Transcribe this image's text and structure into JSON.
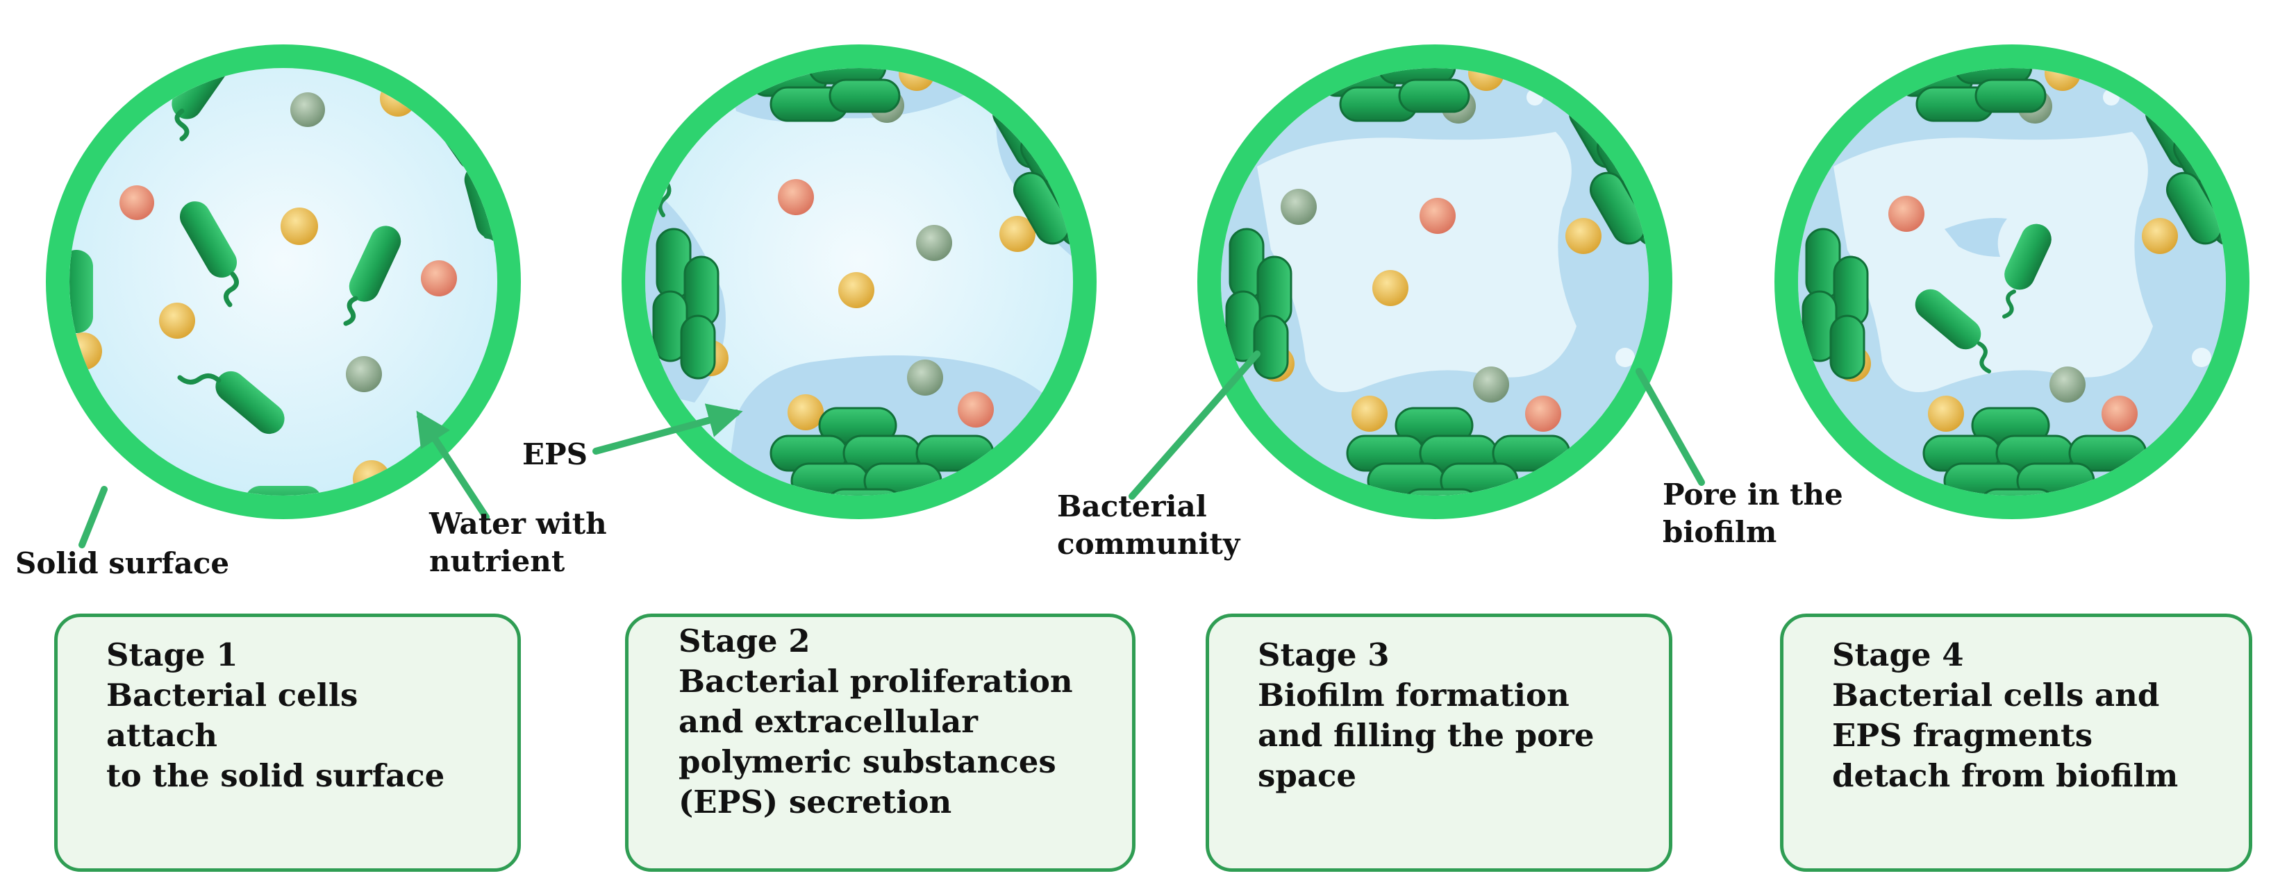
{
  "colors": {
    "ring": "#2ed36f",
    "water": "#d9f3fb",
    "eps": "#b5daf0",
    "bacteria": "#1fae58",
    "bacteria_dark": "#167a40",
    "nutrient_yellow": "#e6b64a",
    "nutrient_orange": "#e88f72",
    "nutrient_gray": "#8aa58a",
    "box_border": "#2f9d53",
    "box_fill": "#edf7ec"
  },
  "labels": {
    "solid_surface": "Solid  surface",
    "water_with_nutrient": "Water    with\nnutrient",
    "eps": "EPS",
    "bacterial_community": "Bacterial\ncommunity",
    "pore_in_biofilm": "Pore  in  the\nbiofilm"
  },
  "stages": [
    {
      "text": "Stage 1\nBacterial cells attach\nto the solid surface"
    },
    {
      "text": "Stage 2\nBacterial proliferation\nand extracellular\npolymeric substances\n(EPS) secretion"
    },
    {
      "text": "Stage 3\nBiofilm  formation\nand  filling  the  pore\nspace"
    },
    {
      "text": "Stage 4\nBacterial cells and\nEPS fragments\ndetach from biofilm"
    }
  ]
}
